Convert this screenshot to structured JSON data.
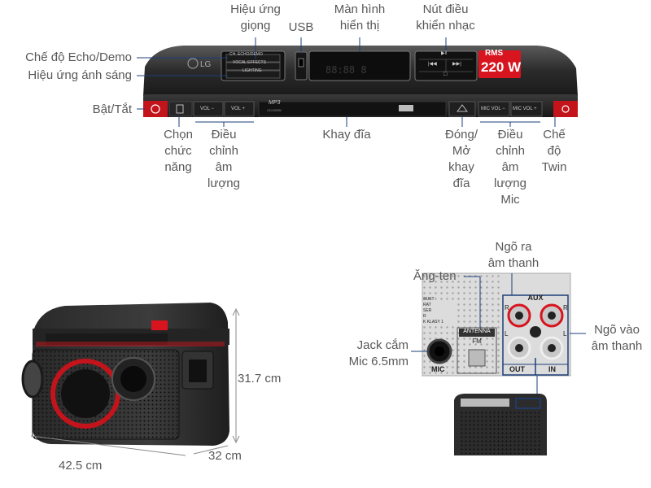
{
  "panel": {
    "brand": "LG",
    "rms_label": "RMS",
    "power_value": "220 W",
    "echo_button": "CH. ECHO/DEMO",
    "vocal_button": "VOCAL EFFECTS",
    "lighting_button": "LIGHTING",
    "vol_minus": "VOL −",
    "vol_plus": "VOL +",
    "mp3_badge": "MP3",
    "mp3_sub": "CD-R/RW",
    "mic_vol_minus": "MIC VOL −",
    "mic_vol_plus": "MIC VOL +",
    "ctrl_play": "▶‖",
    "ctrl_prev": "|◀◀",
    "ctrl_next": "▶▶|",
    "ctrl_stop": "□"
  },
  "callouts": {
    "vocal_effects": [
      "Hiệu ứng",
      "giọng"
    ],
    "usb": "USB",
    "display": [
      "Màn hình",
      "hiển thị"
    ],
    "control_buttons": [
      "Nút điều",
      "khiển nhạc"
    ],
    "echo_demo": "Chế độ Echo/Demo",
    "lighting": "Hiệu ứng ánh sáng",
    "power": "Bật/Tắt",
    "function": [
      "Chọn",
      "chức",
      "năng"
    ],
    "volume": [
      "Điều",
      "chỉnh",
      "âm",
      "lượng"
    ],
    "disc_tray": "Khay đĩa",
    "open_close": [
      "Đóng/",
      "Mở",
      "khay",
      "đĩa"
    ],
    "mic_volume": [
      "Điều",
      "chỉnh",
      "âm",
      "lượng",
      "Mic"
    ],
    "twin_mode": [
      "Chế",
      "độ",
      "Twin"
    ]
  },
  "rear": {
    "audio_out": [
      "Ngõ ra",
      "âm thanh"
    ],
    "antenna_label": "Ăng-ten",
    "audio_in": [
      "Ngõ vào",
      "âm thanh"
    ],
    "mic_jack": [
      "Jack cắm",
      "Mic 6.5mm"
    ],
    "panel_aux": "AUX",
    "panel_antenna": "ANTENNA",
    "panel_fm": "FM",
    "panel_mic": "MIC",
    "panel_out": "OUT",
    "panel_in": "IN",
    "panel_r": "R",
    "panel_l": "L",
    "panel_small_text": [
      "ЯUKT",
      "RAT",
      "SER",
      "R",
      "K KLASY 1"
    ]
  },
  "dimensions": {
    "height": "31.7 cm",
    "width": "42.5 cm",
    "depth": "32 cm"
  },
  "colors": {
    "accent_red": "#d8141e",
    "body_dark": "#2a2a2a",
    "label_gray": "#585858",
    "line_blue": "#1c3f7a"
  }
}
